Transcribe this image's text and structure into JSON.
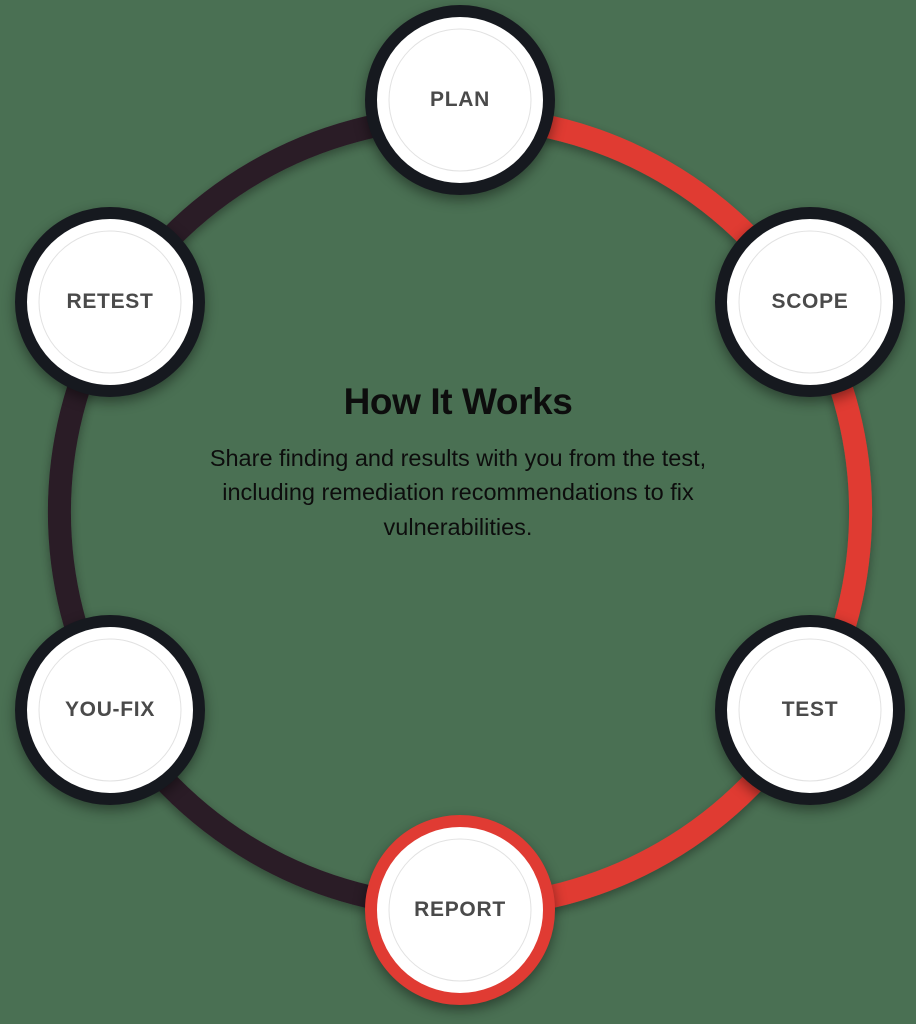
{
  "background_color": "#4a7053",
  "center": {
    "title": "How It Works",
    "description": "Share finding and results with you from the test, including remediation recommendations to fix vulnerabilities."
  },
  "colors": {
    "arc_dark": "#2b1a26",
    "arc_accent": "#e03b33",
    "node_ring": "#16191f",
    "node_ring_active": "#e03b33",
    "node_fill": "#ffffff",
    "node_inner_outline": "#e2e2e2",
    "node_label": "#4a4a4a",
    "center_text": "#0d0d0d"
  },
  "diagram": {
    "type": "cycle",
    "step_count": 6,
    "active_step": "REPORT",
    "nodes": [
      {
        "id": "plan",
        "label": "PLAN",
        "order": 1,
        "angle_deg": 270,
        "active": false
      },
      {
        "id": "scope",
        "label": "SCOPE",
        "order": 2,
        "angle_deg": 330,
        "active": false
      },
      {
        "id": "test",
        "label": "TEST",
        "order": 3,
        "angle_deg": 30,
        "active": false
      },
      {
        "id": "report",
        "label": "REPORT",
        "order": 4,
        "angle_deg": 90,
        "active": true
      },
      {
        "id": "youfix",
        "label": "YOU-FIX",
        "order": 5,
        "angle_deg": 150,
        "active": false
      },
      {
        "id": "retest",
        "label": "RETEST",
        "order": 6,
        "angle_deg": 210,
        "active": false
      }
    ],
    "arcs": [
      {
        "id": "arc-plan-scope",
        "from": "plan",
        "to": "scope",
        "color_role": "arc_accent"
      },
      {
        "id": "arc-scope-test",
        "from": "scope",
        "to": "test",
        "color_role": "arc_accent"
      },
      {
        "id": "arc-test-report",
        "from": "test",
        "to": "report",
        "color_role": "arc_accent"
      },
      {
        "id": "arc-report-youfix",
        "from": "report",
        "to": "youfix",
        "color_role": "arc_dark"
      },
      {
        "id": "arc-youfix-retest",
        "from": "youfix",
        "to": "retest",
        "color_role": "arc_dark"
      },
      {
        "id": "arc-retest-plan",
        "from": "retest",
        "to": "plan",
        "color_role": "arc_dark"
      }
    ]
  }
}
